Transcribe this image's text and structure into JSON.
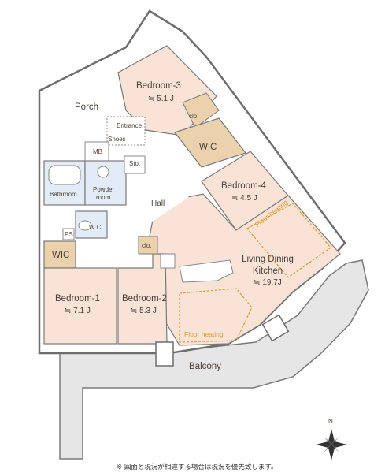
{
  "rooms": {
    "bedroom3": {
      "name": "Bedroom-3",
      "size": "≒ 5.1 J"
    },
    "bedroom4": {
      "name": "Bedroom-4",
      "size": "≒ 4.5 J"
    },
    "bedroom1": {
      "name": "Bedroom-1",
      "size": "≒ 7.1 J"
    },
    "bedroom2": {
      "name": "Bedroom-2",
      "size": "≒ 5.3 J"
    },
    "ldk": {
      "line1": "Living Dining",
      "line2": "Kitchen",
      "size": "≒ 19.7J"
    }
  },
  "labels": {
    "porch": "Porch",
    "entrance": "Entrance",
    "shoes": "Shoes",
    "mb": "MB",
    "sto": "Sto.",
    "bathroom": "Bathroom",
    "powder1": "Powder",
    "powder2": "room",
    "hall": "Hall",
    "wc": "W C",
    "ps": "PS",
    "wic_top": "WIC",
    "wic_left": "WIC",
    "clo_top": "clo.",
    "clo_mid": "clo.",
    "balcony": "Balcony",
    "floor_heating_1": "Floor heating",
    "floor_heating_2": "Floor heating",
    "north": "N"
  },
  "note": "※ 図面と現況が相違する場合は現況を優先致します。",
  "colors": {
    "room_fill": "#f9e3d7",
    "wic_fill": "#ecd2ac",
    "wet_fill": "#e3ecf6",
    "floor_fill": "#ffffff",
    "balcony_fill": "#e6e6e6",
    "wall": "#6d6d6d",
    "heating": "#e39b2c",
    "text": "#4a4039"
  }
}
